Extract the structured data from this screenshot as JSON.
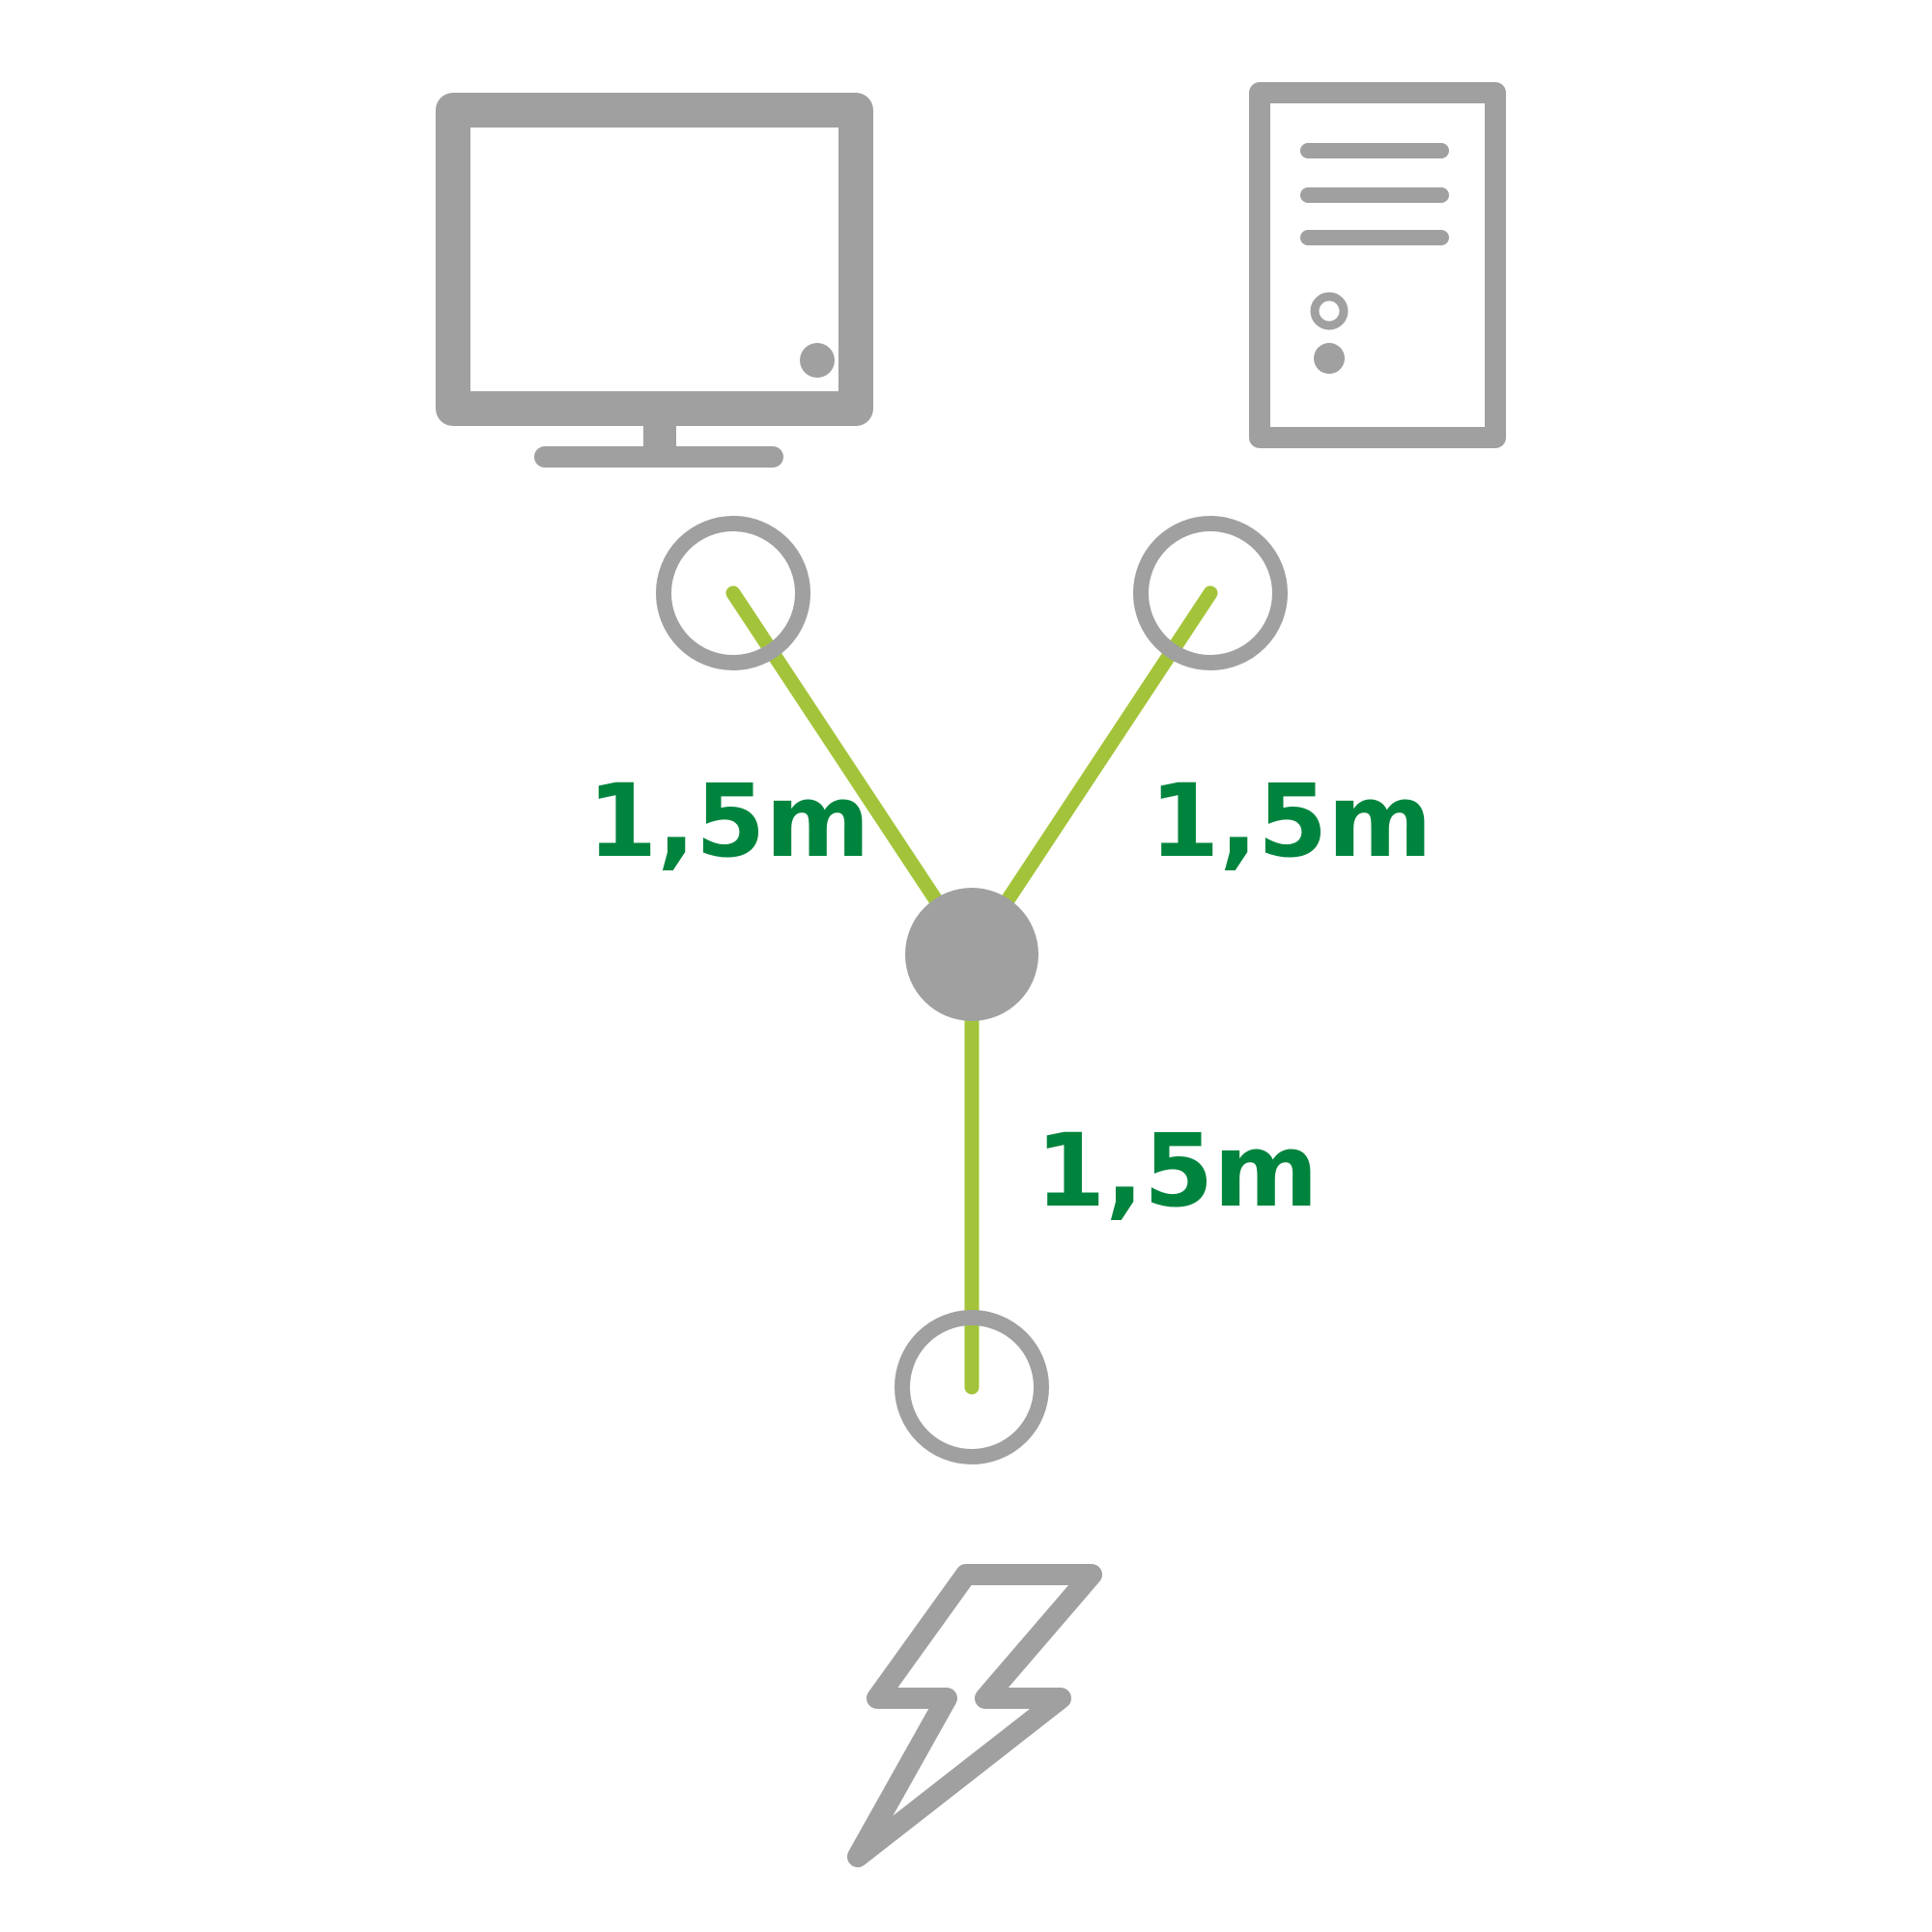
{
  "diagram": {
    "cable_color": "#a3c43a",
    "icon_color": "#a0a0a0",
    "label_color": "#00843d",
    "background": "#ffffff",
    "devices": {
      "left_icon": "monitor-icon",
      "right_icon": "pc-tower-icon",
      "power_icon": "lightning-bolt-icon",
      "hub_icon": "y-splitter-hub"
    },
    "labels": {
      "left_branch_length": "1,5m",
      "right_branch_length": "1,5m",
      "trunk_length": "1,5m"
    }
  }
}
